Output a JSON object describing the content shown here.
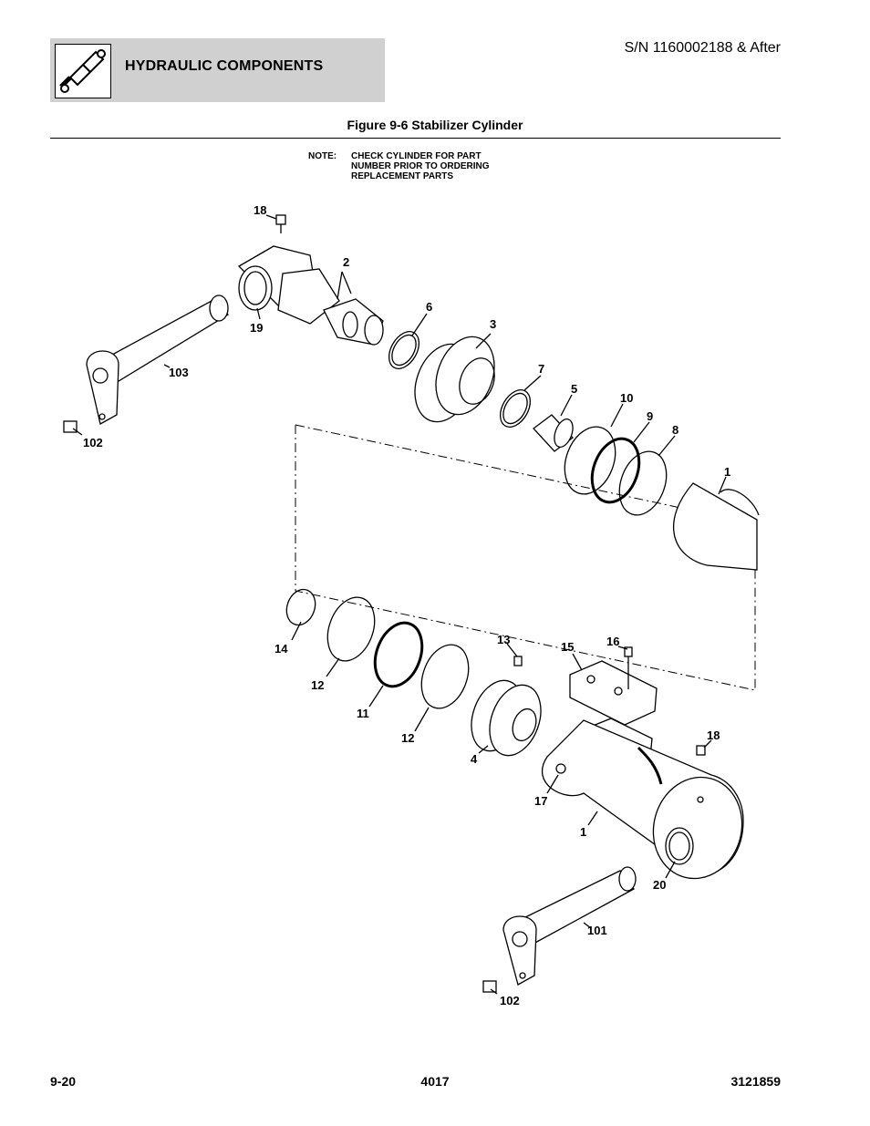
{
  "header": {
    "section_title": "HYDRAULIC COMPONENTS",
    "serial_note": "S/N 1160002188 & After",
    "icon": "hydraulic-cylinder-icon"
  },
  "figure": {
    "title": "Figure 9-6 Stabilizer Cylinder",
    "note_label": "NOTE:",
    "note_lines": [
      "CHECK CYLINDER FOR PART",
      "NUMBER PRIOR TO ORDERING",
      "REPLACEMENT PARTS"
    ]
  },
  "callouts": [
    "18",
    "2",
    "6",
    "3",
    "19",
    "103",
    "7",
    "5",
    "10",
    "9",
    "8",
    "102",
    "1",
    "14",
    "13",
    "15",
    "16",
    "12",
    "11",
    "12",
    "4",
    "18",
    "17",
    "1",
    "20",
    "101",
    "102"
  ],
  "footer": {
    "left": "9-20",
    "center": "4017",
    "right": "3121859"
  }
}
